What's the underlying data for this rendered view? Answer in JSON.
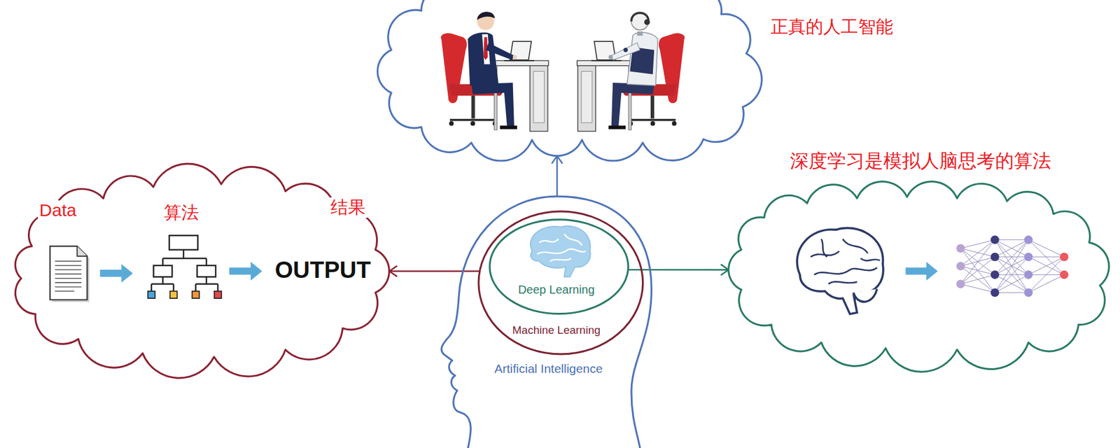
{
  "diagram": {
    "nodes": [
      {
        "text": [
          "正真的人工智能"
        ]
      },
      {
        "text": [
          "Data",
          "算法",
          "结果",
          "OUTPUT"
        ]
      },
      {
        "text": [
          "Artificial Intelligence"
        ]
      },
      {
        "text": [
          "Machine Learning"
        ],
        "in": 2
      },
      {
        "text": [
          "Deep Learning"
        ],
        "in": 3
      },
      {
        "text": [
          "深度学习是模拟人脑思考的算法"
        ]
      }
    ],
    "edges": [
      {
        "from": 2,
        "to": 0,
        "arrow": "to"
      },
      {
        "from": 3,
        "to": 1,
        "arrow": "to"
      },
      {
        "from": 4,
        "to": 5,
        "arrow": "to"
      }
    ]
  }
}
